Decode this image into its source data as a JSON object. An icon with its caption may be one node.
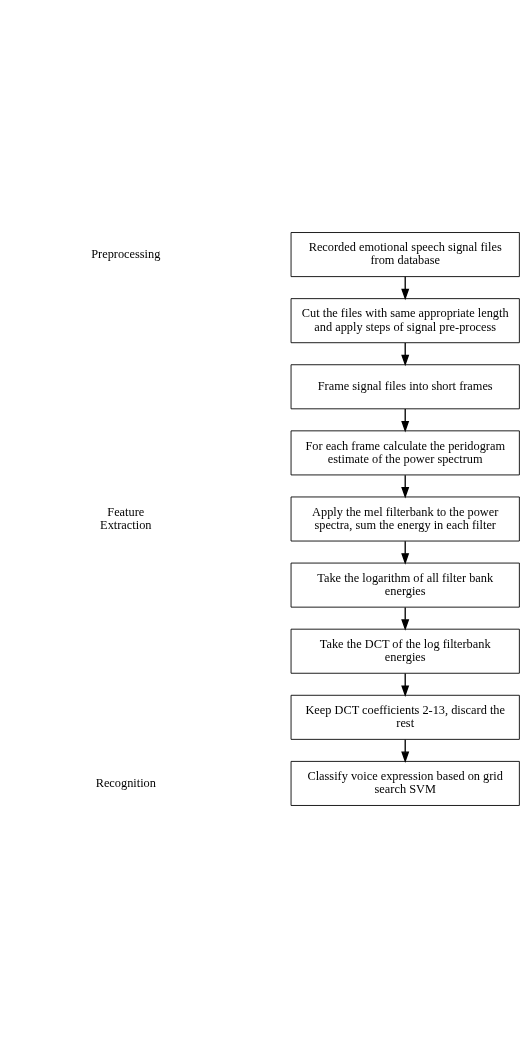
{
  "diagram": {
    "nodes": [
      {
        "text": [
          "Recorded emotional speech signal files from database"
        ]
      },
      {
        "text": [
          "Cut the files with same appropriate length and apply steps of signal pre-process"
        ]
      },
      {
        "text": [
          "Frame signal files into short frames"
        ]
      },
      {
        "text": [
          "For each frame calculate the peridogram estimate of the power spectrum"
        ]
      },
      {
        "text": [
          "Apply the mel filterbank to the power spectra, sum the energy in each filter"
        ]
      },
      {
        "text": [
          "Take the logarithm of all filter bank energies"
        ]
      },
      {
        "text": [
          "Take the DCT of the log filterbank energies"
        ]
      },
      {
        "text": [
          "Keep DCT coefficients 2-13, discard the rest"
        ]
      },
      {
        "text": [
          "Classify voice expression based on grid search SVM"
        ]
      }
    ],
    "edges": [
      {
        "from": 0,
        "to": 1,
        "arrow": "to"
      },
      {
        "from": 1,
        "to": 2,
        "arrow": "to"
      },
      {
        "from": 2,
        "to": 3,
        "arrow": "to"
      },
      {
        "from": 3,
        "to": 4,
        "arrow": "to"
      },
      {
        "from": 4,
        "to": 5,
        "arrow": "to"
      },
      {
        "from": 5,
        "to": 6,
        "arrow": "to"
      },
      {
        "from": 6,
        "to": 7,
        "arrow": "to"
      },
      {
        "from": 7,
        "to": 8,
        "arrow": "to"
      }
    ],
    "labels": [
      "Preprocessing",
      "Feature Extraction",
      "Recognition"
    ]
  }
}
